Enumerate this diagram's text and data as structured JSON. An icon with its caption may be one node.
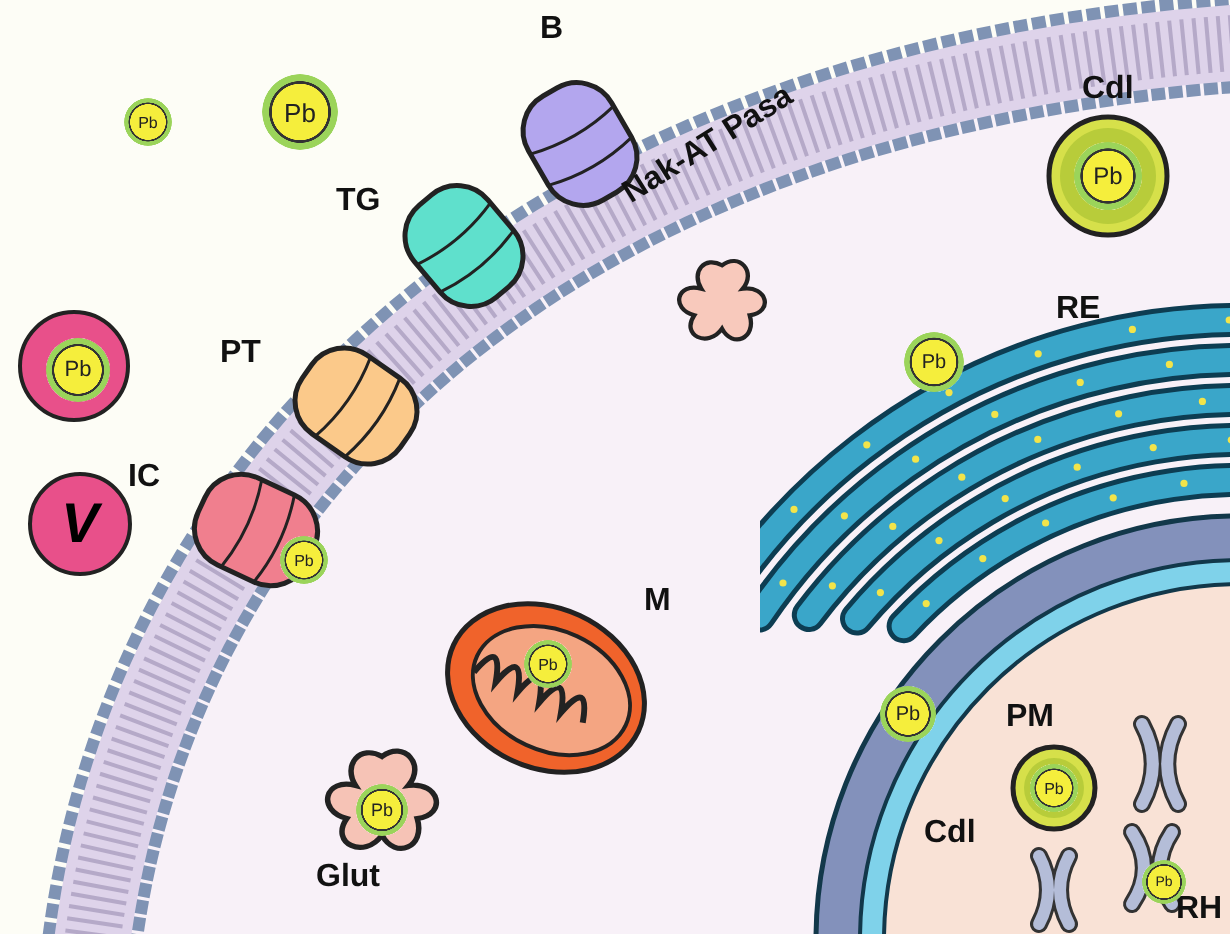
{
  "diagram": {
    "nodes": [
      {
        "text": [
          "Pb"
        ]
      },
      {
        "text": [
          "Pb"
        ]
      },
      {
        "text": [],
        "shape": "circle"
      },
      {
        "text": [
          "Pb"
        ],
        "in": 2
      },
      {
        "text": [
          "V"
        ]
      },
      {
        "text": [
          "B"
        ]
      },
      {
        "text": [
          "TG"
        ]
      },
      {
        "text": [
          "PT"
        ]
      },
      {
        "text": [
          "IC"
        ]
      },
      {
        "text": [
          "Pb"
        ],
        "in": 8
      },
      {
        "text": [
          "Cdl"
        ]
      },
      {
        "text": [
          "Pb"
        ],
        "in": 10
      },
      {
        "text": [
          "RE"
        ]
      },
      {
        "text": [
          "Pb"
        ],
        "in": 12
      },
      {
        "text": [
          "M"
        ]
      },
      {
        "text": [
          "Pb"
        ],
        "in": 14
      },
      {
        "text": [
          "Glut"
        ]
      },
      {
        "text": [
          "Pb"
        ],
        "in": 16
      },
      {
        "text": [],
        "shape": "picture"
      },
      {
        "text": [
          "PM"
        ]
      },
      {
        "text": [
          "Pb"
        ],
        "in": 19
      },
      {
        "text": [
          "Cdl"
        ],
        "in": 19
      },
      {
        "text": [
          "Pb"
        ],
        "in": 21
      },
      {
        "text": [],
        "shape": "picture",
        "in": 19
      },
      {
        "text": [],
        "shape": "picture",
        "in": 19
      },
      {
        "text": [
          "RH"
        ],
        "in": 19
      },
      {
        "text": [
          "Pb"
        ],
        "in": 25
      }
    ],
    "labels": [
      "Nak-AT Pasa"
    ]
  }
}
